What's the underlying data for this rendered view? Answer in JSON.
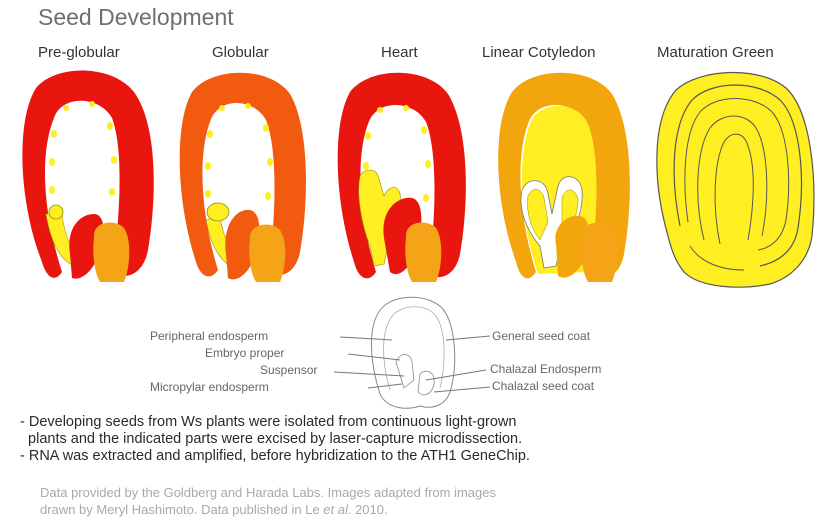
{
  "title": "Seed Development",
  "stages": [
    {
      "label": "Pre-globular"
    },
    {
      "label": "Globular"
    },
    {
      "label": "Heart"
    },
    {
      "label": "Linear Cotyledon"
    },
    {
      "label": "Maturation Green"
    }
  ],
  "parts_left": [
    "Peripheral endosperm",
    "Embryo proper",
    "Suspensor",
    "Micropylar endosperm"
  ],
  "parts_right": [
    "General seed coat",
    "Chalazal Endosperm",
    "Chalazal seed coat"
  ],
  "bullets": [
    "- Developing seeds from Ws plants were isolated from continuous light-grown",
    "  plants and the indicated parts were excised by laser-capture microdissection.",
    "- RNA was extracted and amplified, before hybridization to the ATH1 GeneChip."
  ],
  "credits": {
    "line1": "Data provided by the Goldberg and Harada Labs. Images adapted from images",
    "line2_prefix": "drawn by Meryl Hashimoto. Data published in Le ",
    "line2_em": "et al.",
    "line2_suffix": " 2010."
  },
  "colors": {
    "coat_red": "#e8160f",
    "coat_orange": "#f25a0f",
    "coat_amber": "#f3a50d",
    "endosperm_yellow": "#ffee22",
    "chalazal_orange": "#f5a418"
  }
}
